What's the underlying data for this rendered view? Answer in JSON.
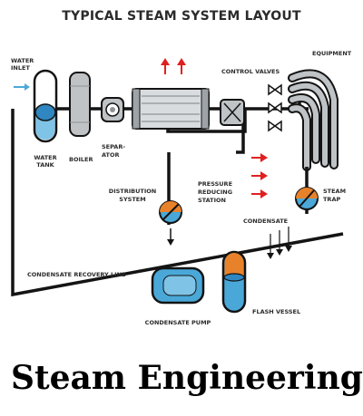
{
  "title": "TYPICAL STEAM SYSTEM LAYOUT",
  "labels": {
    "water_inlet_1": "WATER",
    "water_inlet_2": "INLET",
    "water_tank_1": "WATER",
    "water_tank_2": "TANK",
    "boiler": "BOILER",
    "separator_1": "SEPAR-",
    "separator_2": "ATOR",
    "distribution_1": "DISTRIBUTION",
    "distribution_2": "SYSTEM",
    "control_valves": "CONTROL VALVES",
    "equipment": "EQUIPMENT",
    "prs_1": "PRESSURE",
    "prs_2": "REDUCING",
    "prs_3": "STATION",
    "steam_trap_1": "STEAM",
    "steam_trap_2": "TRAP",
    "condensate": "CONDENSATE",
    "recovery_line": "CONDENSATE RECOVERY LINE",
    "condensate_pump": "CONDENSATE PUMP",
    "flash_vessel": "FLASH VESSEL"
  },
  "caption": "Steam Engineering",
  "colors": {
    "pipe": "#141414",
    "water_blue": "#4aa8d8",
    "steam_orange": "#e8822a",
    "flow_red": "#e02020",
    "equipment_gray": "#bfc3c6"
  }
}
